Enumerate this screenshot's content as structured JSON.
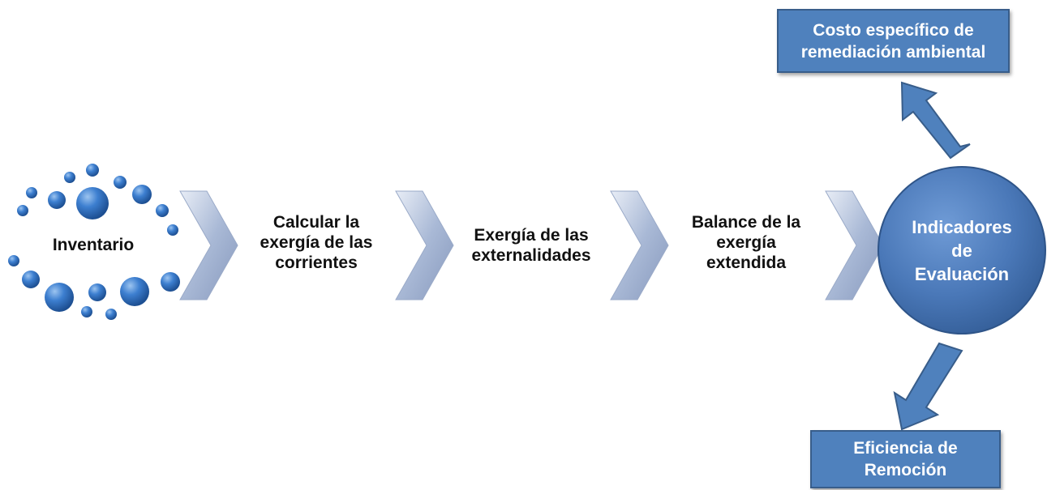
{
  "steps": [
    {
      "label": "Inventario"
    },
    {
      "label": "Calcular la\nexergía de las\ncorrientes"
    },
    {
      "label": "Exergía de las\nexternalidades"
    },
    {
      "label": "Balance de la\nexergía\nextendida"
    }
  ],
  "evaluation": {
    "label": "Indicadores\nde\nEvaluación"
  },
  "outputs": {
    "top": {
      "label": "Costo específico de\nremediación ambiental"
    },
    "bottom": {
      "label": "Eficiencia de\nRemoción"
    }
  },
  "colors": {
    "accent": "#4f81bd",
    "accent_border": "#385d8a",
    "chevron": "#b7c4dc",
    "dot": "#3a78c4"
  }
}
